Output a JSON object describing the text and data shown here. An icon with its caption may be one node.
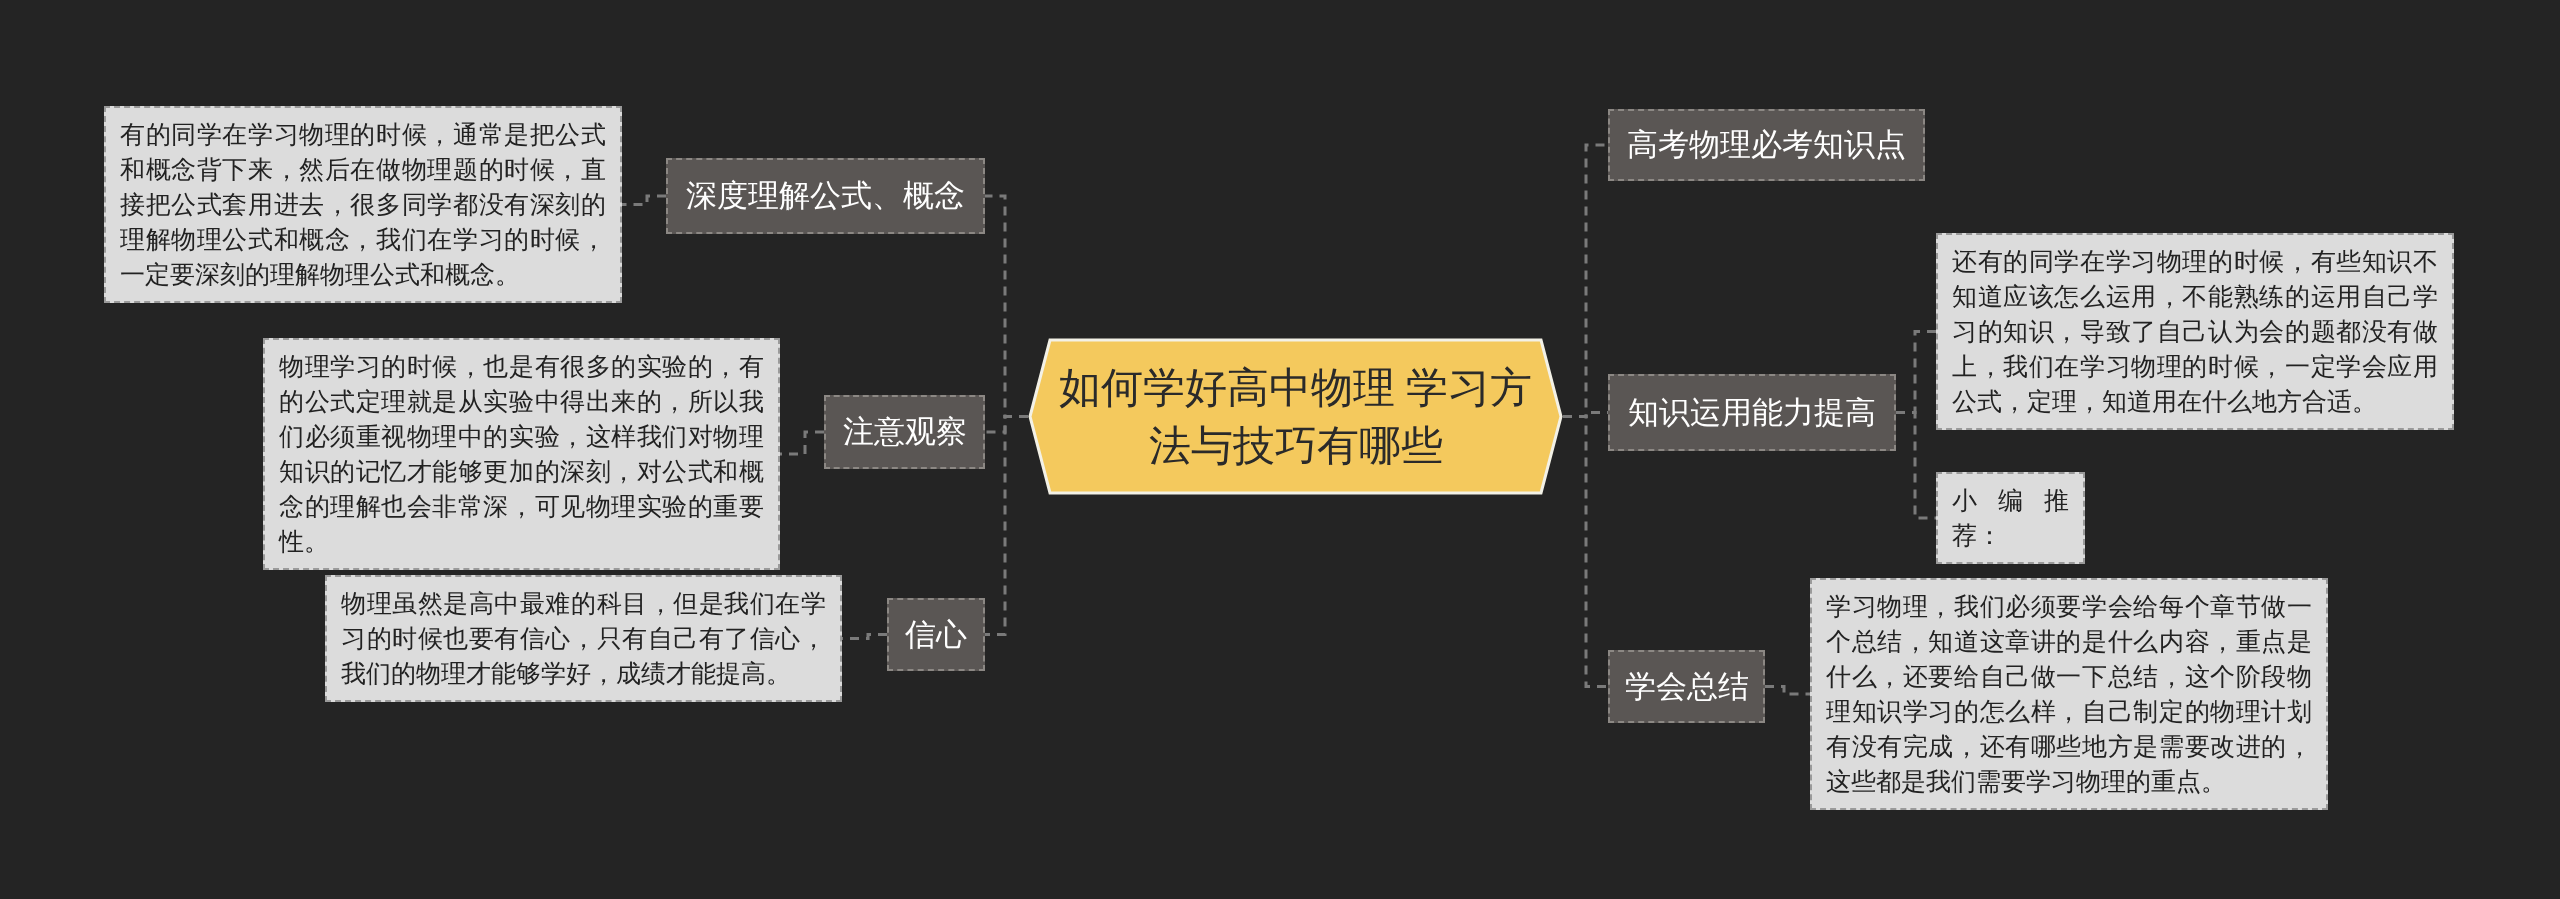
{
  "diagram": {
    "nodes": [
      {
        "text": [
          "如何学好高中物理 学习方法与技巧有哪些"
        ]
      },
      {
        "text": [
          "深度理解公式、概念"
        ]
      },
      {
        "text": [
          "有的同学在学习物理的时候，通常是把公式和概念背下来，然后在做物理题的时候，直接把公式套用进去，很多同学都没有深刻的理解物理公式和概念，我们在学习的时候，一定要深刻的理解物理公式和概念。"
        ]
      },
      {
        "text": [
          "注意观察"
        ]
      },
      {
        "text": [
          "物理学习的时候，也是有很多的实验的，有的公式定理就是从实验中得出来的，所以我们必须重视物理中的实验，这样我们对物理知识的记忆才能够更加的深刻，对公式和概念的理解也会非常深，可见物理实验的重要性。"
        ]
      },
      {
        "text": [
          "信心"
        ]
      },
      {
        "text": [
          "物理虽然是高中最难的科目，但是我们在学习的时候也要有信心，只有自己有了信心，我们的物理才能够学好，成绩才能提高。"
        ]
      },
      {
        "text": [
          "高考物理必考知识点"
        ]
      },
      {
        "text": [
          "知识运用能力提高"
        ]
      },
      {
        "text": [
          "还有的同学在学习物理的时候，有些知识不知道应该怎么运用，不能熟练的运用自己学习的知识，导致了自己认为会的题都没有做上，我们在学习物理的时候，一定学会应用公式，定理，知道用在什么地方合适。"
        ]
      },
      {
        "text": [
          "小编推荐："
        ]
      },
      {
        "text": [
          "学会总结"
        ]
      },
      {
        "text": [
          "学习物理，我们必须要学会给每个章节做一个总结，知道这章讲的是什么内容，重点是什么，还要给自己做一下总结，这个阶段物理知识学习的怎么样，自己制定的物理计划有没有完成，还有哪些地方是需要改进的，这些都是我们需要学习物理的重点。"
        ]
      }
    ],
    "edges": [
      {
        "from": 0,
        "to": 1,
        "arrow": "none"
      },
      {
        "from": 1,
        "to": 2,
        "arrow": "none"
      },
      {
        "from": 0,
        "to": 3,
        "arrow": "none"
      },
      {
        "from": 3,
        "to": 4,
        "arrow": "none"
      },
      {
        "from": 0,
        "to": 5,
        "arrow": "none"
      },
      {
        "from": 5,
        "to": 6,
        "arrow": "none"
      },
      {
        "from": 0,
        "to": 7,
        "arrow": "none"
      },
      {
        "from": 0,
        "to": 8,
        "arrow": "none"
      },
      {
        "from": 8,
        "to": 9,
        "arrow": "none"
      },
      {
        "from": 8,
        "to": 10,
        "arrow": "none"
      },
      {
        "from": 0,
        "to": 11,
        "arrow": "none"
      },
      {
        "from": 11,
        "to": 12,
        "arrow": "none"
      }
    ]
  }
}
